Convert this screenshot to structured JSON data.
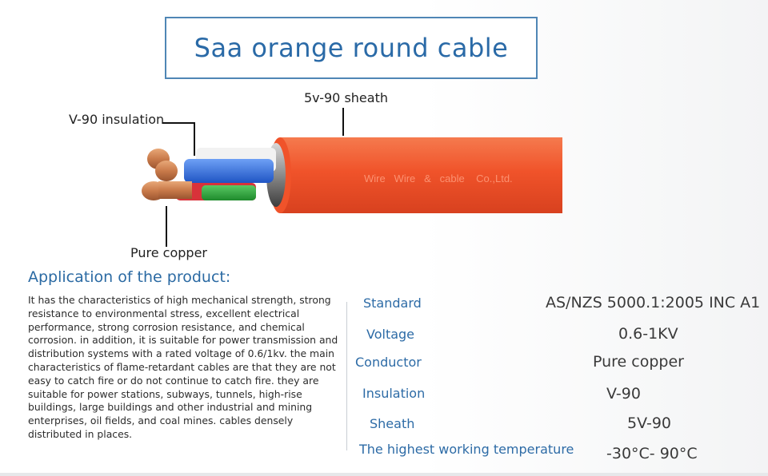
{
  "title": "Saa orange round cable",
  "callouts": {
    "sheath": "5v-90 sheath",
    "insulation": "V-90 insulation",
    "copper": "Pure copper",
    "imprint": "Wire   Wire   &   cable    Co.,Ltd."
  },
  "cable_colors": {
    "sheath": "#f0532a",
    "copper": "#c97a4a",
    "core_white": "#f2f2f2",
    "core_blue": "#2f6fe0",
    "core_red": "#d8323a",
    "core_green": "#2eaa3c"
  },
  "application": {
    "heading": "Application of the product:",
    "body": "It has the characteristics of high mechanical strength, strong resistance to environmental stress, excellent electrical performance, strong corrosion resistance, and chemical corrosion. in addition, it is suitable for power transmission and distribution systems with a rated voltage of 0.6/1kv. the main characteristics of flame-retardant cables are that they are not easy to catch fire or do not continue to catch fire. they are suitable for power stations, subways, tunnels, high-rise buildings, large buildings and other industrial and mining enterprises, oil fields, and coal mines. cables densely distributed in places."
  },
  "specs": [
    {
      "key": "Standard",
      "value": "AS/NZS 5000.1:2005 INC A1"
    },
    {
      "key": "Voltage",
      "value": "0.6-1KV"
    },
    {
      "key": "Conductor",
      "value": "Pure copper"
    },
    {
      "key": "Insulation",
      "value": "V-90"
    },
    {
      "key": "Sheath",
      "value": "5V-90"
    },
    {
      "key": "The highest working temperature",
      "value": "-30°C- 90°C"
    }
  ]
}
